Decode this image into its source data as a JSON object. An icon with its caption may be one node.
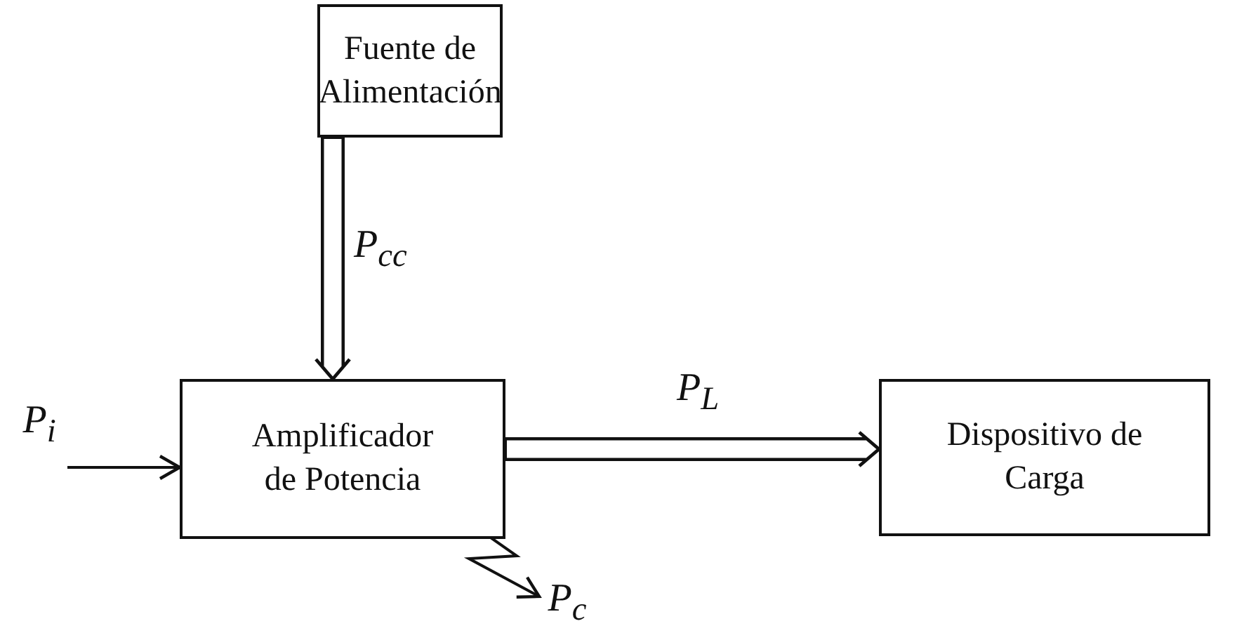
{
  "diagram": {
    "nodes": [
      {
        "text": [
          "Fuente de Alimentación"
        ]
      },
      {
        "text": [
          "Amplificador de Potencia"
        ]
      },
      {
        "text": [
          "Dispositivo de Carga"
        ]
      },
      {
        "text": [
          "P$_{i}$"
        ]
      },
      {
        "text": [
          "P$_{c}$"
        ]
      }
    ],
    "edges": [
      {
        "from": 0,
        "to": 1,
        "arrow": "to",
        "label": "P$_{cc}$",
        "style": "thick"
      },
      {
        "from": 1,
        "to": 2,
        "arrow": "to",
        "label": "P$_{L}$",
        "style": "thick"
      },
      {
        "from": 3,
        "to": 1,
        "arrow": "to"
      },
      {
        "from": 1,
        "to": 4,
        "arrow": "to"
      }
    ]
  }
}
